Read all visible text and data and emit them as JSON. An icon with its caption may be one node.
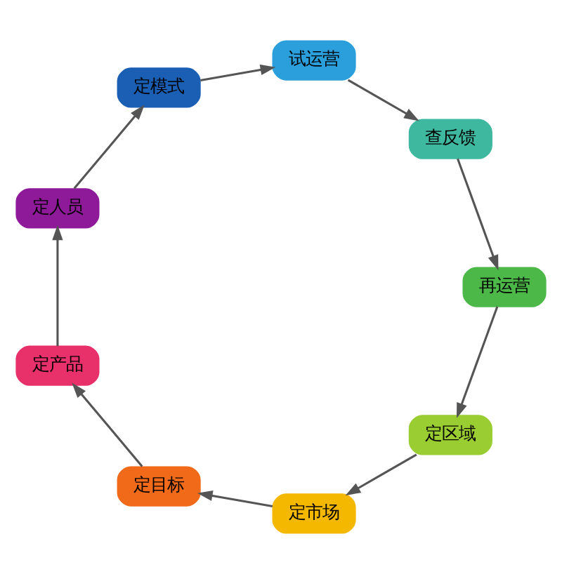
{
  "diagram": {
    "nodes": [
      {
        "text": [
          "定区域"
        ]
      },
      {
        "text": [
          "定市场"
        ]
      },
      {
        "text": [
          "定目标"
        ]
      },
      {
        "text": [
          "定产品"
        ]
      },
      {
        "text": [
          "定人员"
        ]
      },
      {
        "text": [
          "定模式"
        ]
      },
      {
        "text": [
          "试运营"
        ]
      },
      {
        "text": [
          "查反馈"
        ]
      },
      {
        "text": [
          "再运营"
        ]
      }
    ],
    "edges": [
      {
        "from": 0,
        "to": 1,
        "arrow": "to"
      },
      {
        "from": 1,
        "to": 2,
        "arrow": "to"
      },
      {
        "from": 2,
        "to": 3,
        "arrow": "to"
      },
      {
        "from": 3,
        "to": 4,
        "arrow": "to"
      },
      {
        "from": 4,
        "to": 5,
        "arrow": "to"
      },
      {
        "from": 5,
        "to": 6,
        "arrow": "to"
      },
      {
        "from": 6,
        "to": 7,
        "arrow": "to"
      },
      {
        "from": 7,
        "to": 8,
        "arrow": "to"
      },
      {
        "from": 8,
        "to": 0,
        "arrow": "to"
      }
    ]
  }
}
